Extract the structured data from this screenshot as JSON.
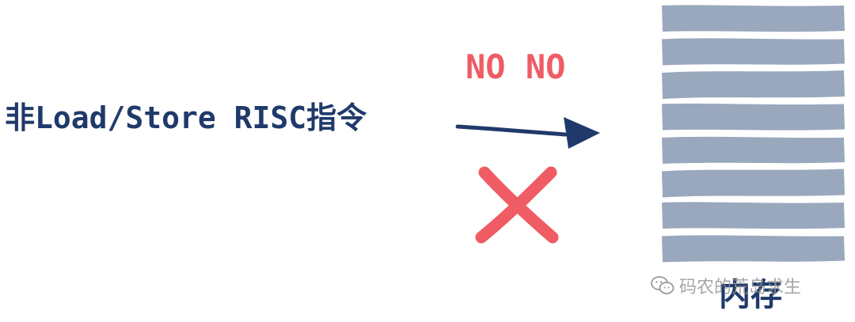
{
  "instruction_label": "非Load/Store RISC指令",
  "no_label": "NO NO",
  "memory_label": "内存",
  "watermark": "码农的荒岛求生",
  "memory_row_count": 8,
  "colors": {
    "text_navy": "#1f3a6a",
    "accent_red": "#ef5c64",
    "memory_row": "#9aa8bd",
    "arrow": "#1f3a6a"
  },
  "icons": [
    "right-arrow-icon",
    "cross-icon",
    "wechat-icon"
  ]
}
